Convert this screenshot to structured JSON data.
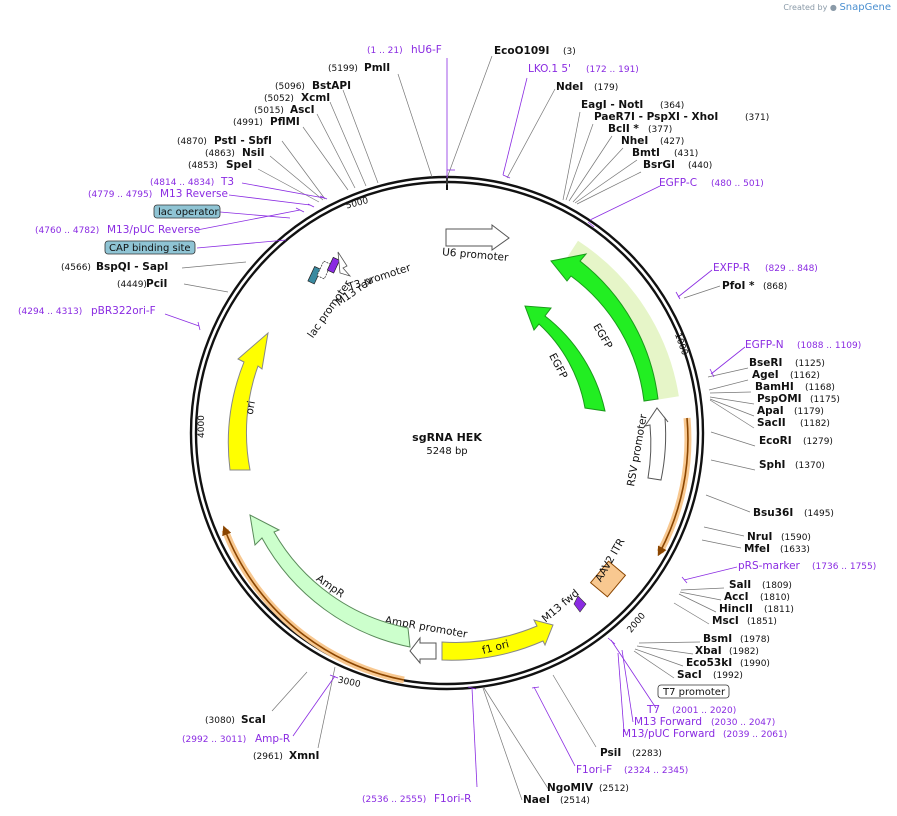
{
  "brand": {
    "created_by": "Created by",
    "name": "SnapGene"
  },
  "plasmid": {
    "name": "sgRNA HEK",
    "size_label": "5248 bp",
    "length": 5248
  },
  "ruler_ticks": [
    "1000",
    "2000",
    "3000",
    "4000",
    "5000"
  ],
  "colors": {
    "primer": "#8a2be2",
    "backbone": "#111111",
    "egfp": "#22ee22",
    "ori": "#ffff00",
    "ampr": "#ccffcc",
    "aav2": "#f8c890",
    "lac_box": "#8fc4d4"
  },
  "enzymes": [
    {
      "name": "EcoO109I",
      "pos": "(3)"
    },
    {
      "name": "NdeI",
      "pos": "(179)"
    },
    {
      "name": "EagI  -  NotI",
      "pos": "(364)"
    },
    {
      "name": "PaeR7I  -  PspXI  -  XhoI",
      "pos": "(371)"
    },
    {
      "name": "BclI *",
      "pos": "(377)"
    },
    {
      "name": "NheI",
      "pos": "(427)"
    },
    {
      "name": "BmtI",
      "pos": "(431)"
    },
    {
      "name": "BsrGI",
      "pos": "(440)"
    },
    {
      "name": "PfoI *",
      "pos": "(868)"
    },
    {
      "name": "BseRI",
      "pos": "(1125)"
    },
    {
      "name": "AgeI",
      "pos": "(1162)"
    },
    {
      "name": "BamHI",
      "pos": "(1168)"
    },
    {
      "name": "PspOMI",
      "pos": "(1175)"
    },
    {
      "name": "ApaI",
      "pos": "(1179)"
    },
    {
      "name": "SacII",
      "pos": "(1182)"
    },
    {
      "name": "EcoRI",
      "pos": "(1279)"
    },
    {
      "name": "SphI",
      "pos": "(1370)"
    },
    {
      "name": "Bsu36I",
      "pos": "(1495)"
    },
    {
      "name": "NruI",
      "pos": "(1590)"
    },
    {
      "name": "MfeI",
      "pos": "(1633)"
    },
    {
      "name": "SalI",
      "pos": "(1809)"
    },
    {
      "name": "AccI",
      "pos": "(1810)"
    },
    {
      "name": "HincII",
      "pos": "(1811)"
    },
    {
      "name": "MscI",
      "pos": "(1851)"
    },
    {
      "name": "BsmI",
      "pos": "(1978)"
    },
    {
      "name": "XbaI",
      "pos": "(1982)"
    },
    {
      "name": "Eco53kI",
      "pos": "(1990)"
    },
    {
      "name": "SacI",
      "pos": "(1992)"
    },
    {
      "name": "PsiI",
      "pos": "(2283)"
    },
    {
      "name": "NgoMIV",
      "pos": "(2512)"
    },
    {
      "name": "NaeI",
      "pos": "(2514)"
    },
    {
      "name": "XmnI",
      "pos": "(2961)"
    },
    {
      "name": "ScaI",
      "pos": "(3080)"
    },
    {
      "name": "PciI",
      "pos": "(4449)"
    },
    {
      "name": "BspQI  -  SapI",
      "pos": "(4566)"
    },
    {
      "name": "SpeI",
      "pos": "(4853)"
    },
    {
      "name": "NsiI",
      "pos": "(4863)"
    },
    {
      "name": "PstI  -  SbfI",
      "pos": "(4870)"
    },
    {
      "name": "PflMI",
      "pos": "(4991)"
    },
    {
      "name": "AscI",
      "pos": "(5015)"
    },
    {
      "name": "XcmI",
      "pos": "(5052)"
    },
    {
      "name": "BstAPI",
      "pos": "(5096)"
    },
    {
      "name": "PmlI",
      "pos": "(5199)"
    }
  ],
  "primers": [
    {
      "name": "hU6-F",
      "range": "(1 .. 21)"
    },
    {
      "name": "LKO.1 5'",
      "range": "(172 .. 191)"
    },
    {
      "name": "EGFP-C",
      "range": "(480 .. 501)"
    },
    {
      "name": "EXFP-R",
      "range": "(829 .. 848)"
    },
    {
      "name": "EGFP-N",
      "range": "(1088 .. 1109)"
    },
    {
      "name": "pRS-marker",
      "range": "(1736 .. 1755)"
    },
    {
      "name": "T7",
      "range": "(2001 .. 2020)"
    },
    {
      "name": "M13 Forward",
      "range": "(2030 .. 2047)"
    },
    {
      "name": "M13/pUC Forward",
      "range": "(2039 .. 2061)"
    },
    {
      "name": "F1ori-F",
      "range": "(2324 .. 2345)"
    },
    {
      "name": "F1ori-R",
      "range": "(2536 .. 2555)"
    },
    {
      "name": "Amp-R",
      "range": "(2992 .. 3011)"
    },
    {
      "name": "pBR322ori-F",
      "range": "(4294 .. 4313)"
    },
    {
      "name": "M13/pUC Reverse",
      "range": "(4760 .. 4782)"
    },
    {
      "name": "M13 Reverse",
      "range": "(4779 .. 4795)"
    },
    {
      "name": "T3",
      "range": "(4814 .. 4834)"
    }
  ],
  "boxed_labels": [
    "lac operator",
    "CAP binding site",
    "T7 promoter"
  ],
  "features": [
    "U6 promoter",
    "EGFP",
    "EGFP",
    "RSV promoter",
    "AAV2 ITR",
    "M13 fwd",
    "f1 ori",
    "AmpR promoter",
    "AmpR",
    "ori",
    "lac promoter",
    "M13 rev",
    "T3 promoter"
  ]
}
